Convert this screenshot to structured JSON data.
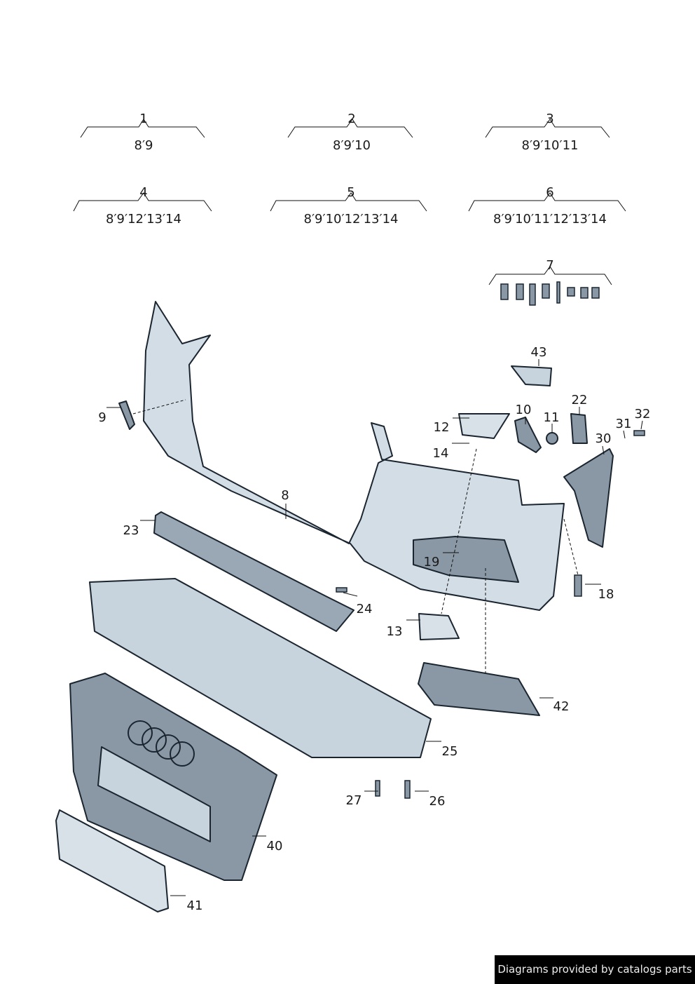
{
  "groups": [
    {
      "label": "1",
      "years": "8′9"
    },
    {
      "label": "2",
      "years": "8′9′10"
    },
    {
      "label": "3",
      "years": "8′9′10′11"
    },
    {
      "label": "4",
      "years": "8′9′12′13′14"
    },
    {
      "label": "5",
      "years": "8′9′10′12′13′14"
    },
    {
      "label": "6",
      "years": "8′9′10′11′12′13′14"
    },
    {
      "label": "7",
      "years": ""
    }
  ],
  "callouts": {
    "p8": "8",
    "p9": "9",
    "p10": "10",
    "p11": "11",
    "p12": "12",
    "p13": "13",
    "p14": "14",
    "p18": "18",
    "p19": "19",
    "p22": "22",
    "p23": "23",
    "p24": "24",
    "p25": "25",
    "p26": "26",
    "p27": "27",
    "p30": "30",
    "p31": "31",
    "p32": "32",
    "p40": "40",
    "p41": "41",
    "p42": "42",
    "p43": "43"
  },
  "footer": {
    "text": "Diagrams provided by catalogs parts"
  },
  "colors": {
    "part_fill": "#d3dde6",
    "part_dark": "#7f8c99",
    "outline": "#1a2530"
  }
}
